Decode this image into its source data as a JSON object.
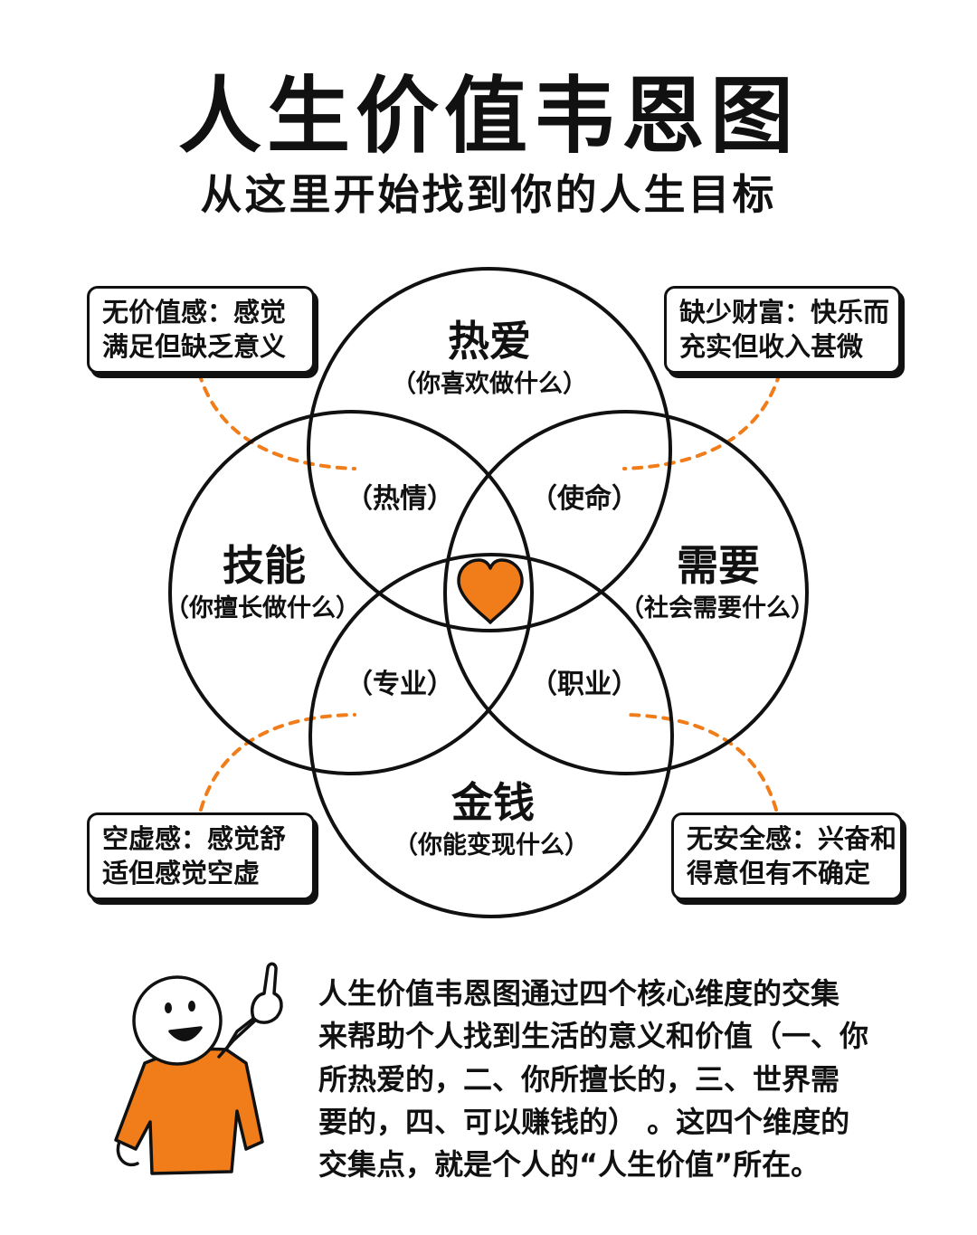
{
  "title": "人生价值韦恩图",
  "subtitle": "从这里开始找到你的人生目标",
  "circles": {
    "love": {
      "title": "热爱",
      "subtitle": "（你喜欢做什么）"
    },
    "skill": {
      "title": "技能",
      "subtitle": "（你擅长做什么）"
    },
    "need": {
      "title": "需要",
      "subtitle": "（社会需要什么）"
    },
    "money": {
      "title": "金钱",
      "subtitle": "（你能变现什么）"
    }
  },
  "overlaps": {
    "passion": "（热情）",
    "mission": "（使命）",
    "profession": "（专业）",
    "vocation": "（职业）"
  },
  "center_icon": "heart-icon",
  "callouts": {
    "top_left": [
      "无价值感：感觉",
      "满足但缺乏意义"
    ],
    "top_right": [
      "缺少财富：快乐而",
      "充实但收入甚微"
    ],
    "bottom_left": [
      "空虚感：感觉舒",
      "适但感觉空虚"
    ],
    "bottom_right": [
      "无安全感：兴奋和",
      "得意但有不确定"
    ]
  },
  "description": [
    "人生价值韦恩图通过四个核心维度的交集",
    "来帮助个人找到生活的意义和价值（一、你",
    "所热爱的，二、你所擅长的，三、世界需",
    "要的，四、可以赚钱的）  。这四个维度的",
    "交集点，就是个人的“人生价值”所在。"
  ],
  "colors": {
    "accent": "#F07D1A",
    "ink": "#111111",
    "background": "#FFFFFF"
  }
}
